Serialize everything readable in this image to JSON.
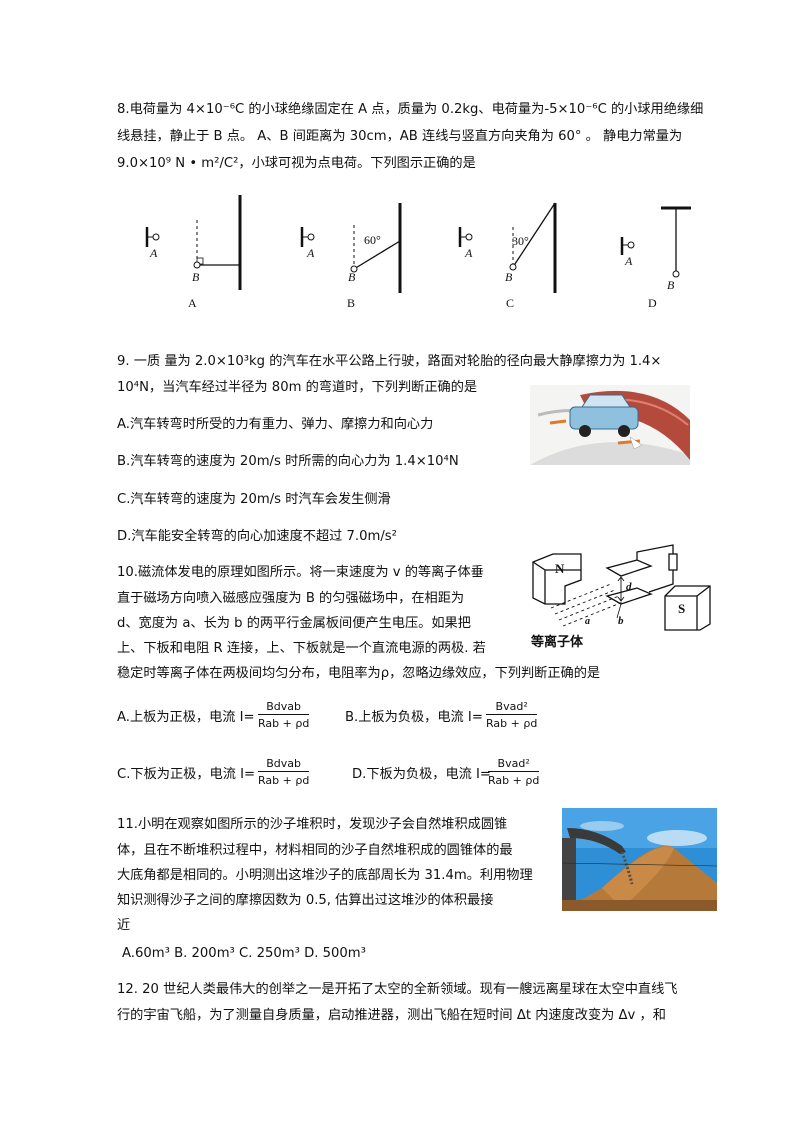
{
  "q8": {
    "line1": "8.电荷量为 4×10⁻⁶C 的小球绝缘固定在 A 点，质量为 0.2kg、电荷量为-5×10⁻⁶C 的小球用绝缘细",
    "line2": "线悬挂，静止于 B 点。 A、B 间距离为 30cm，AB 连线与竖直方向夹角为 60° 。 静电力常量为",
    "line3": "9.0×10⁹ N • m²/C²，小球可视为点电荷。下列图示正确的是",
    "figs": {
      "labelA": "A",
      "labelB": "B",
      "angle60": "60°",
      "angle30": "30°",
      "capA": "A",
      "capB": "B",
      "capC": "C",
      "capD": "D"
    }
  },
  "q9": {
    "line1": "9.  一质 量为 2.0×10³kg 的汽车在水平公路上行驶，路面对轮胎的径向最大静摩擦力为 1.4×",
    "line2": "10⁴N，当汽车经过半径为 80m 的弯道时，下列判断正确的是",
    "optA": "A.汽车转弯时所受的力有重力、弹力、摩擦力和向心力",
    "optB": "B.汽车转弯的速度为 20m/s 时所需的向心力为 1.4×10⁴N",
    "optC": "C.汽车转弯的速度为 20m/s 时汽车会发生侧滑",
    "optD": "D.汽车能安全转弯的向心加速度不超过 7.0m/s²"
  },
  "q10": {
    "line1": "10.磁流体发电的原理如图所示。将一束速度为  v  的等离子体垂",
    "line2": "直于磁场方向喷入磁感应强度为 B 的匀强磁场中，在相距为",
    "line3": "d、宽度为  a、长为 b 的两平行金属板间便产生电压。如果把",
    "line4": "上、下板和电阻 R 连接，上、下板就是一个直流电源的两极. 若",
    "line5": "稳定时等离子体在两极间均匀分布，电阻率为ρ，忽略边缘效应，下列判断正确的是",
    "fig": {
      "n": "N",
      "s": "S",
      "d": "d",
      "a": "a",
      "b": "b",
      "caption": "等离子体"
    },
    "optA": {
      "prefix": "A.上板为正极，电流 I=",
      "num": "Bdvab",
      "den": "Rab + ρd"
    },
    "optB": {
      "prefix": "B.上板为负极，电流 I=",
      "num": "Bvad²",
      "den": "Rab + ρd"
    },
    "optC": {
      "prefix": "C.下板为正极，电流 I=",
      "num": "Bdvab",
      "den": "Rab + ρd"
    },
    "optD": {
      "prefix": "D.下板为负极，电流 I=",
      "num": "Bvad²",
      "den": "Rab + ρd"
    }
  },
  "q11": {
    "line1": "11.小明在观察如图所示的沙子堆积时，发现沙子会自然堆积成圆锥",
    "line2": "体，且在不断堆积过程中，材料相同的沙子自然堆积成的圆锥体的最",
    "line3": "大底角都是相同的。小明测出这堆沙子的底部周长为 31.4m。利用物理",
    "line4": "知识测得沙子之间的摩擦因数为  0.5,    估算出过这堆沙的体积最接",
    "line5": "近",
    "options": "A.60m³    B. 200m³  C. 250m³  D. 500m³"
  },
  "q12": {
    "line1": "12. 20 世纪人类最伟大的创举之一是开拓了太空的全新领域。现有一艘远离星球在太空中直线飞",
    "line2": "行的宇宙飞船，为了测量自身质量，启动推进器，测出飞船在短时间 Δt 内速度改变为 Δv  ，和"
  }
}
